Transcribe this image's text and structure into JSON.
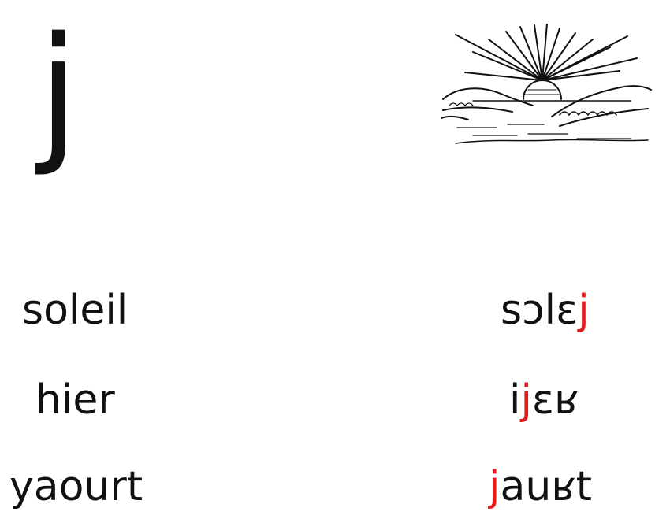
{
  "letter": "j",
  "image": {
    "subject": "sunset-over-water",
    "icon": "sun-icon"
  },
  "colors": {
    "text": "#111111",
    "highlight": "#e31b1b"
  },
  "words": [
    {
      "word": "soleil",
      "ipa_before": "sɔlɛ",
      "ipa_mark": "j",
      "ipa_after": ""
    },
    {
      "word": "hier",
      "ipa_before": "i",
      "ipa_mark": "j",
      "ipa_after": "ɛʁ"
    },
    {
      "word": "yaourt",
      "ipa_before": "",
      "ipa_mark": "j",
      "ipa_after": "auʁt"
    }
  ]
}
